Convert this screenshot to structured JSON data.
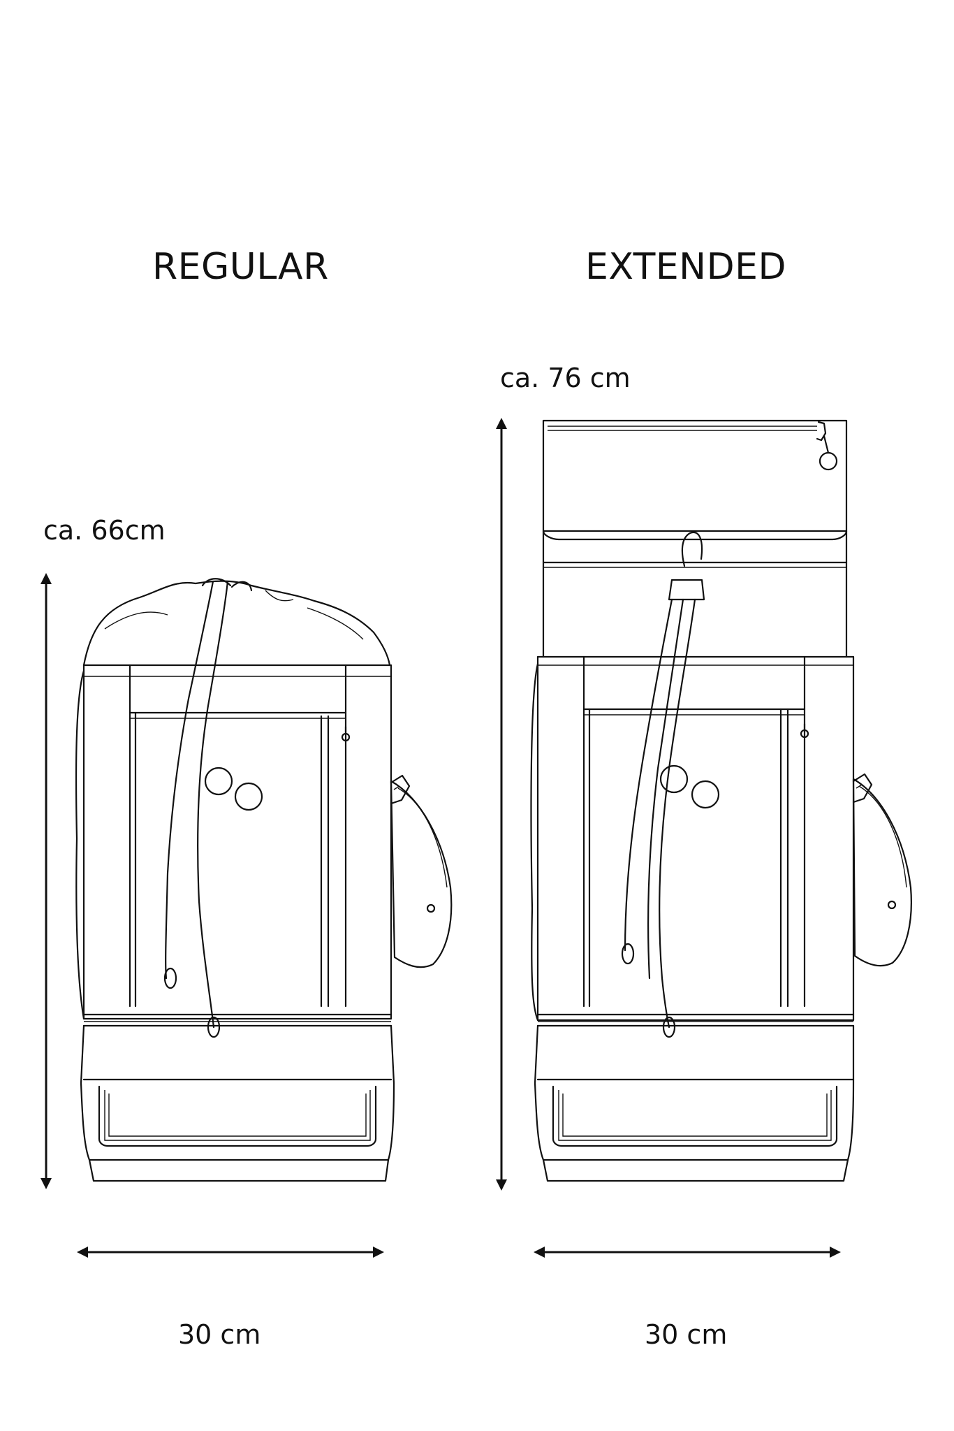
{
  "views": [
    {
      "title": "REGULAR",
      "height_label": "ca. 66cm",
      "width_label": "30 cm"
    },
    {
      "title": "EXTENDED",
      "height_label": "ca. 76 cm",
      "width_label": "30 cm"
    }
  ],
  "colors": {
    "line": "#111111",
    "background": "#ffffff"
  }
}
